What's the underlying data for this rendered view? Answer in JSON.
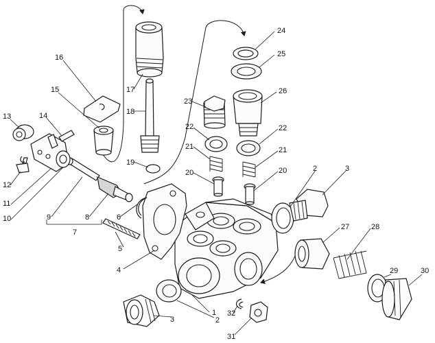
{
  "callouts": [
    {
      "id": "c1",
      "text": "1"
    },
    {
      "id": "c2a",
      "text": "2"
    },
    {
      "id": "c2b",
      "text": "2"
    },
    {
      "id": "c3a",
      "text": "3"
    },
    {
      "id": "c3b",
      "text": "3"
    },
    {
      "id": "c4",
      "text": "4"
    },
    {
      "id": "c5",
      "text": "5"
    },
    {
      "id": "c6",
      "text": "6"
    },
    {
      "id": "c7",
      "text": "7"
    },
    {
      "id": "c8",
      "text": "8"
    },
    {
      "id": "c9",
      "text": "9"
    },
    {
      "id": "c10",
      "text": "10"
    },
    {
      "id": "c11",
      "text": "11"
    },
    {
      "id": "c12",
      "text": "12"
    },
    {
      "id": "c13",
      "text": "13"
    },
    {
      "id": "c14",
      "text": "14"
    },
    {
      "id": "c15",
      "text": "15"
    },
    {
      "id": "c16",
      "text": "16"
    },
    {
      "id": "c17",
      "text": "17"
    },
    {
      "id": "c18",
      "text": "18"
    },
    {
      "id": "c19",
      "text": "19"
    },
    {
      "id": "c20a",
      "text": "20"
    },
    {
      "id": "c20b",
      "text": "20"
    },
    {
      "id": "c21a",
      "text": "21"
    },
    {
      "id": "c21b",
      "text": "21"
    },
    {
      "id": "c22a",
      "text": "22"
    },
    {
      "id": "c22b",
      "text": "22"
    },
    {
      "id": "c23",
      "text": "23"
    },
    {
      "id": "c24",
      "text": "24"
    },
    {
      "id": "c25",
      "text": "25"
    },
    {
      "id": "c26",
      "text": "26"
    },
    {
      "id": "c27",
      "text": "27"
    },
    {
      "id": "c28",
      "text": "28"
    },
    {
      "id": "c29",
      "text": "29"
    },
    {
      "id": "c30",
      "text": "30"
    },
    {
      "id": "c31",
      "text": "31"
    },
    {
      "id": "c32",
      "text": "32"
    }
  ]
}
